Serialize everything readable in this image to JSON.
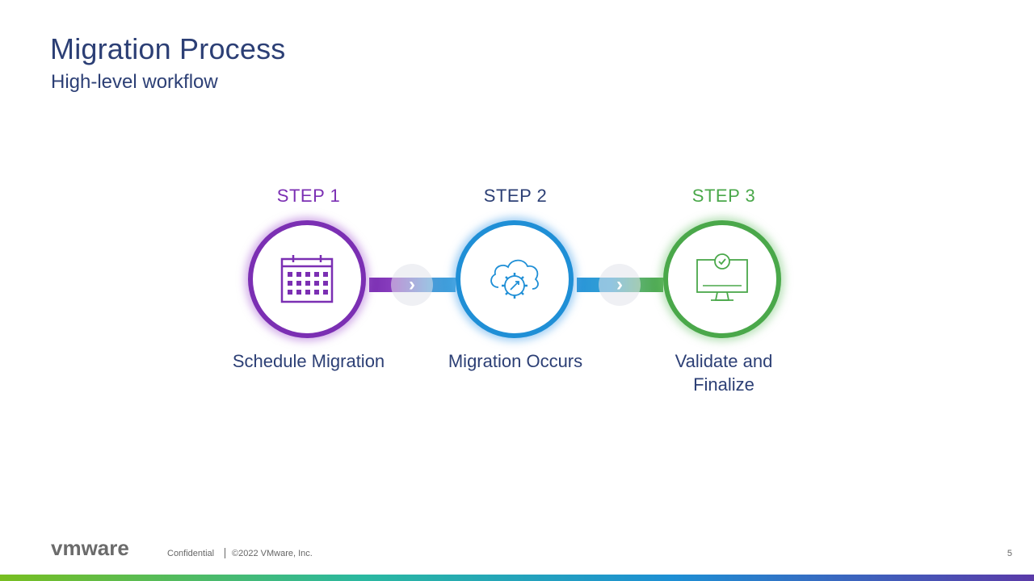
{
  "slide": {
    "title": "Migration Process",
    "subtitle": "High-level workflow",
    "page_number": "5"
  },
  "steps": [
    {
      "label": "STEP 1",
      "name_line1": "Schedule Migration",
      "name_line2": "",
      "icon": "calendar-icon",
      "color": "#7b2fb3"
    },
    {
      "label": "STEP 2",
      "name_line1": "Migration Occurs",
      "name_line2": "",
      "icon": "cloud-gear-icon",
      "color": "#2c3f75"
    },
    {
      "label": "STEP 3",
      "name_line1": "Validate and",
      "name_line2": "Finalize",
      "icon": "monitor-check-icon",
      "color": "#4aa84a"
    }
  ],
  "footer": {
    "logo_text": "vmware",
    "confidential": "Confidential",
    "copyright": "©2022 VMware, Inc."
  },
  "colors": {
    "title": "#2c3f75",
    "step1": "#7b2fb3",
    "step2": "#1f8fd6",
    "step3": "#4aa84a"
  }
}
